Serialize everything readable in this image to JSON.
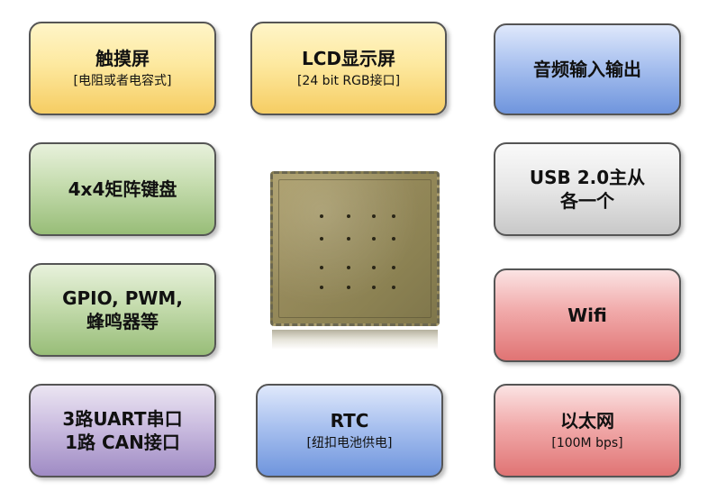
{
  "blocks": {
    "touchscreen": {
      "title": "触摸屏",
      "sub": "[电阻或者电容式]",
      "color": "#f6cd63"
    },
    "lcd": {
      "title": "LCD显示屏",
      "sub": "[24 bit RGB接口]",
      "color": "#f6cd63"
    },
    "audio": {
      "title": "音频输入输出",
      "color": "#6f95dd"
    },
    "keypad": {
      "title": "4x4矩阵键盘",
      "color": "#98bd78"
    },
    "usb": {
      "title_line1": "USB 2.0主从",
      "title_line2": "各一个",
      "color": "#c8c8c8"
    },
    "gpio": {
      "title_line1": "GPIO, PWM,",
      "title_line2": "蜂鸣器等",
      "color": "#98bd78"
    },
    "wifi": {
      "title": "Wifi",
      "color": "#e07474"
    },
    "uart": {
      "title_line1": "3路UART串口",
      "title_line2": "1路 CAN接口",
      "color": "#9f8bc4"
    },
    "rtc": {
      "title": "RTC",
      "sub": "[纽扣电池供电]",
      "color": "#6f95dd"
    },
    "ethernet": {
      "title": "以太网",
      "sub": "[100M bps]",
      "color": "#e07474"
    }
  },
  "chip": {
    "image": "processor-chip",
    "pin_grid": {
      "rows": 4,
      "cols": 4
    }
  }
}
